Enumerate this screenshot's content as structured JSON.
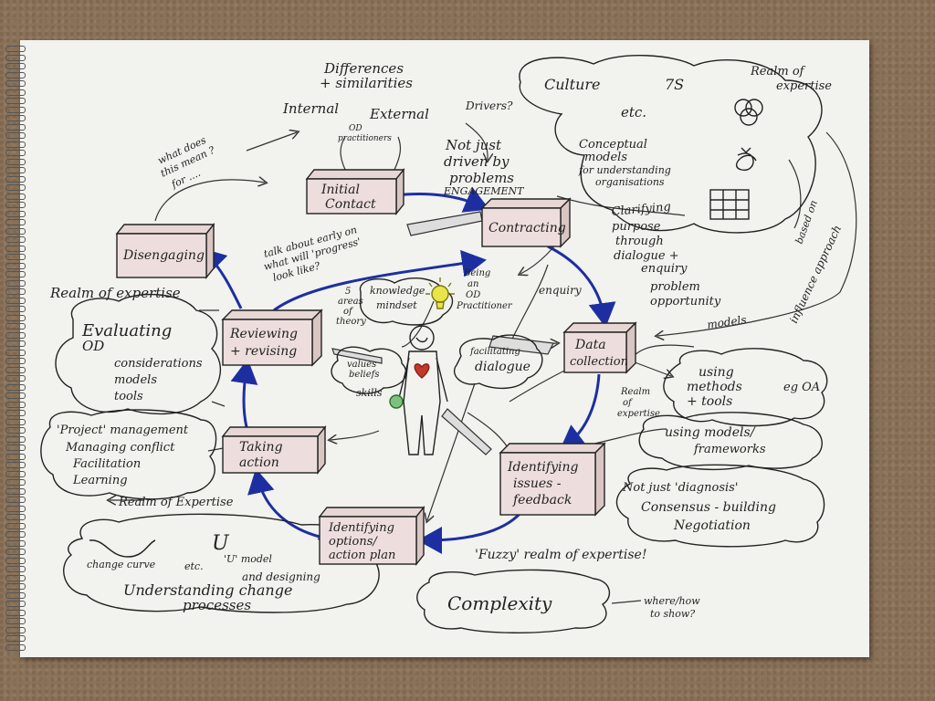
{
  "boxes": {
    "initial_contact": [
      "Initial",
      "Contact"
    ],
    "contracting": [
      "Contracting"
    ],
    "data_collection": [
      "Data",
      "collection"
    ],
    "identifying_issues": [
      "Identifying",
      "issues -",
      "feedback"
    ],
    "identifying_options": [
      "Identifying",
      "options/",
      "action plan"
    ],
    "taking_action": [
      "Taking",
      "action"
    ],
    "reviewing": [
      "Reviewing",
      "+ revising"
    ],
    "disengaging": [
      "Disengaging"
    ]
  },
  "notes": {
    "differences": [
      "Differences",
      "+ similarities"
    ],
    "internal": "Internal",
    "external": "External",
    "od_practitioners": [
      "OD",
      "practitioners"
    ],
    "what_does": [
      "what does",
      "this mean ?",
      "for ...."
    ],
    "drivers": "Drivers?",
    "not_just_driven": [
      "Not just",
      "driven by",
      "problems"
    ],
    "engagement": "ENGAGEMENT",
    "talk_about": [
      "talk about early on",
      "what will 'progress'",
      "look like?"
    ],
    "five_areas": [
      "5",
      "areas",
      "of",
      "theory"
    ],
    "knowledge_mindset": [
      "knowledge",
      "mindset"
    ],
    "being_od": [
      "Being",
      "an",
      "OD",
      "Practitioner"
    ],
    "enquiry": "enquiry",
    "values_beliefs": [
      "values",
      "beliefs"
    ],
    "skills": "skills",
    "facilitating_dialogue": [
      "facilitating",
      "dialogue"
    ],
    "clarifying": [
      "Clarifying",
      "purpose",
      "through",
      "dialogue +",
      "enquiry"
    ],
    "problem": "problem",
    "opportunity": "opportunity",
    "based_on": "based on",
    "influence_approach": "influence approach",
    "models_influence": "models",
    "realm_of_expertise_left": "Realm of expertise",
    "realm_of": [
      "Realm",
      "of",
      "expertise"
    ],
    "fuzzy": "'Fuzzy' realm of expertise!",
    "realm_bottom_left": "Realm of Expertise",
    "where_how": [
      "where/how",
      "to show?"
    ]
  },
  "clouds": {
    "culture": {
      "culture": "Culture",
      "seven_s": "7S",
      "etc": "etc.",
      "realm": [
        "Realm of",
        "expertise"
      ],
      "conceptual": [
        "Conceptual",
        "models",
        "for understanding",
        "organisations"
      ]
    },
    "evaluating": {
      "title": [
        "Evaluating",
        "OD"
      ],
      "items": [
        "considerations",
        "models",
        "tools"
      ]
    },
    "project": {
      "lines": [
        "'Project' management",
        "Managing conflict",
        "Facilitation",
        "Learning"
      ]
    },
    "methods": {
      "lines": [
        "using",
        "methods",
        "+ tools"
      ],
      "eg": "eg OA"
    },
    "models_frameworks": {
      "lines": [
        "using models/",
        "frameworks"
      ]
    },
    "diagnosis": {
      "lines": [
        "Not just 'diagnosis'",
        "Consensus - building",
        "Negotiation"
      ]
    },
    "change": {
      "change_curve": "change curve",
      "u_letter": "U",
      "u_model": "'U' model",
      "etc": "etc.",
      "designing": "and designing",
      "understanding": "Understanding change",
      "processes": "processes"
    },
    "complexity": {
      "label": "Complexity"
    }
  }
}
